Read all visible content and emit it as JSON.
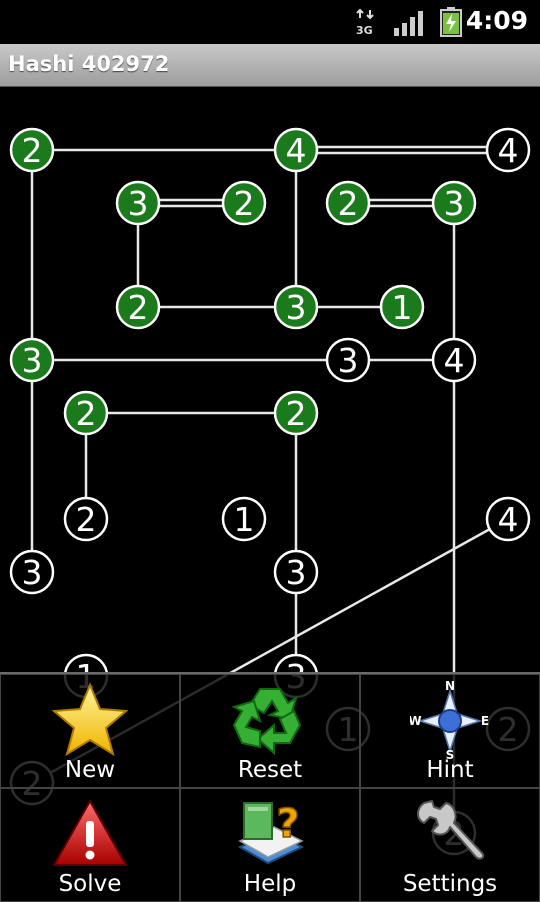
{
  "status_bar": {
    "time": "4:09",
    "network_label": "3G"
  },
  "title_bar": {
    "title": "Hashi 402972"
  },
  "colors": {
    "complete_node": "#1b7a1b",
    "incomplete_node": "#000000",
    "bridge": "#e8e8e8"
  },
  "board": {
    "nodes": [
      {
        "value": "2",
        "complete": true
      },
      {
        "value": "4",
        "complete": true
      },
      {
        "value": "4",
        "complete": false
      },
      {
        "value": "3",
        "complete": true
      },
      {
        "value": "2",
        "complete": true
      },
      {
        "value": "2",
        "complete": true
      },
      {
        "value": "3",
        "complete": true
      },
      {
        "value": "2",
        "complete": true
      },
      {
        "value": "3",
        "complete": true
      },
      {
        "value": "1",
        "complete": true
      },
      {
        "value": "3",
        "complete": true
      },
      {
        "value": "3",
        "complete": false
      },
      {
        "value": "4",
        "complete": false
      },
      {
        "value": "2",
        "complete": true
      },
      {
        "value": "2",
        "complete": true
      },
      {
        "value": "2",
        "complete": false
      },
      {
        "value": "1",
        "complete": false
      },
      {
        "value": "4",
        "complete": false
      },
      {
        "value": "3",
        "complete": false
      },
      {
        "value": "3",
        "complete": false
      },
      {
        "value": "1",
        "complete": false
      },
      {
        "value": "3",
        "complete": false
      },
      {
        "value": "1",
        "complete": false
      },
      {
        "value": "2",
        "complete": false
      },
      {
        "value": "2",
        "complete": false
      },
      {
        "value": "2",
        "complete": false
      }
    ],
    "bridges": [
      {
        "from": 0,
        "to": 1,
        "count": 1
      },
      {
        "from": 1,
        "to": 2,
        "count": 2
      },
      {
        "from": 3,
        "to": 4,
        "count": 2
      },
      {
        "from": 5,
        "to": 6,
        "count": 2
      },
      {
        "from": 7,
        "to": 8,
        "count": 1
      },
      {
        "from": 8,
        "to": 9,
        "count": 1
      },
      {
        "from": 10,
        "to": 11,
        "count": 1
      },
      {
        "from": 11,
        "to": 12,
        "count": 1
      },
      {
        "from": 13,
        "to": 14,
        "count": 1
      },
      {
        "from": 0,
        "to": 10,
        "count": 1
      },
      {
        "from": 10,
        "to": 18,
        "count": 1
      },
      {
        "from": 3,
        "to": 7,
        "count": 1
      },
      {
        "from": 1,
        "to": 8,
        "count": 1
      },
      {
        "from": 6,
        "to": 12,
        "count": 1
      },
      {
        "from": 12,
        "to": 24,
        "count": 1
      },
      {
        "from": 13,
        "to": 15,
        "count": 1
      },
      {
        "from": 14,
        "to": 19,
        "count": 1
      },
      {
        "from": 19,
        "to": 21,
        "count": 1
      },
      {
        "from": 17,
        "to": 25,
        "count": 1
      }
    ]
  },
  "menu": {
    "items": [
      {
        "label": "New",
        "icon": "star-icon"
      },
      {
        "label": "Reset",
        "icon": "recycle-icon"
      },
      {
        "label": "Hint",
        "icon": "compass-icon",
        "compass_letters": [
          "N",
          "W",
          "E",
          "S"
        ]
      },
      {
        "label": "Solve",
        "icon": "warning-icon"
      },
      {
        "label": "Help",
        "icon": "help-book-icon"
      },
      {
        "label": "Settings",
        "icon": "wrench-icon"
      }
    ]
  }
}
